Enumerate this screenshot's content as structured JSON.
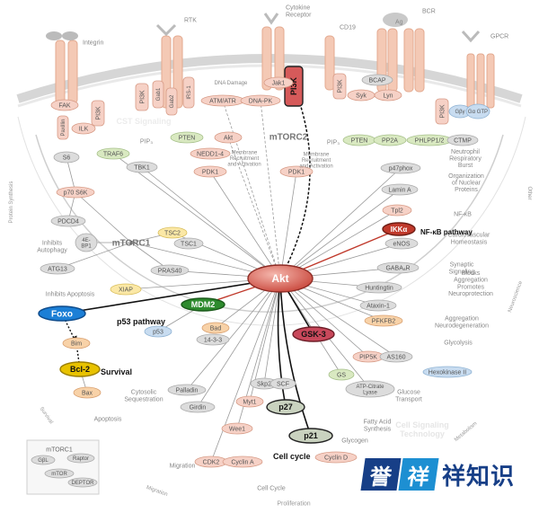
{
  "receptors": [
    {
      "id": "integrin",
      "label": "Integrin"
    },
    {
      "id": "rtk",
      "label": "RTK"
    },
    {
      "id": "cytokine",
      "label": "Cytokine\nReceptor"
    },
    {
      "id": "cd19",
      "label": "CD19"
    },
    {
      "id": "bcr",
      "label": "BCR"
    },
    {
      "id": "ag",
      "label": "Ag"
    },
    {
      "id": "gpcr",
      "label": "GPCR"
    }
  ],
  "nodes": {
    "akt": "Akt",
    "pi3k_top": "PI3K",
    "pi3k_rtk": "PI3K",
    "pi3k_integ": "PI3K",
    "pi3k_cd19": "PI3K",
    "pi3k_gpcr": "PI3K",
    "fak": "FAK",
    "paxillin": "Paxillin",
    "ilk": "ILK",
    "gab1": "Gab1",
    "gab2": "Gab2",
    "irs1": "IRS-1",
    "jak1": "Jak1",
    "bcap": "BCAP",
    "syk": "Syk",
    "lyn": "Lyn",
    "gb": "Gβγ",
    "ga": "Gα GTP",
    "dna_damage": "DNA Damage",
    "atm": "ATM/ATR",
    "dnapk": "DNA-PK",
    "mtorc2": "mTORC2",
    "pip3_a": "PIP₃",
    "pip3_b": "PIP₃",
    "pten_a": "PTEN",
    "pten_b": "PTEN",
    "pp2a": "PP2A",
    "phlpp": "PHLPP1/2",
    "ctmp": "CTMP",
    "akt_small": "Akt",
    "nedd": "NEDD1-4",
    "pdk1_a": "PDK1",
    "pdk1_b": "PDK1",
    "mrec_a": "Membrane\nRecruitment\nand Activation",
    "mrec_b": "Membrane\nRecruitment\nand Activation",
    "traf6": "TRAF6",
    "tbk1": "TBK1",
    "s6": "S6",
    "p70": "p70 S6K",
    "pdcd4": "PDCD4",
    "ebp1": "4E-\nBP1",
    "atg13": "ATG13",
    "mtorc1": "mTORC1",
    "tsc2": "TSC2",
    "tsc1": "TSC1",
    "pras40": "PRAS40",
    "xiap": "XIAP",
    "prot_syn": "Protein Synthesis",
    "inhib_auto": "Inhibits\nAutophagy",
    "inhib_apop": "Inhibits Apoptosis",
    "foxo": "Foxo",
    "bim": "Bim",
    "bcl2": "Bcl-2",
    "survival_lbl": "Survival",
    "bax": "Bax",
    "apoptosis": "Apoptosis",
    "survival_arc": "Survival",
    "mdm2": "MDM2",
    "p53": "p53",
    "p53path": "p53 pathway",
    "bad": "Bad",
    "p1433": "14-3-3",
    "palladin": "Palladin",
    "girdin": "Girdin",
    "cyto_seq": "Cytosolic\nSequestration",
    "migration": "Migration",
    "migration_arc": "Migration",
    "skp2": "Skp2",
    "scf": "SCF",
    "myt1": "Myt1",
    "wee1": "Wee1",
    "p27": "p27",
    "p21": "p21",
    "cdk2": "CDK2",
    "cyclina": "Cyclin A",
    "cyclind": "Cyclin D",
    "cellcycle_bold": "Cell cycle",
    "cellcycle": "Cell Cycle",
    "proliferation": "Proliferation",
    "gsk3": "GSK-3",
    "gs": "GS",
    "glycogen": "Glycogen",
    "pip5k": "PIP5K",
    "as160": "AS160",
    "hk2": "Hexokinase II",
    "glucose_t": "Glucose\nTransport",
    "acl": "ATP-Citrate\nLyase",
    "fas": "Fatty Acid\nSynthesis",
    "metabolism": "Metabolism",
    "pfkfb2": "PFKFB2",
    "glycolysis": "Glycolysis",
    "ataxin": "Ataxin-1",
    "agg": "Aggregation\nNeurodegeneration",
    "huntingtin": "Huntingtin",
    "blocks": "Blocks\nAggregation\nPromotes\nNeuroprotection",
    "neuro_arc": "Neuroscience",
    "gabaar": "GABAₐR",
    "syn_sig": "Synaptic\nSignaling",
    "enos": "eNOS",
    "cardio": "Cardiovascular\nHomeostasis",
    "ikka": "IKKα",
    "nfkb_path": "NF-κB pathway",
    "nfkb": "NF-κB",
    "tpl2": "Tpl2",
    "lamin": "Lamin A",
    "org": "Organization\nof Nuclear\nProteins",
    "p47": "p47phox",
    "neut": "Neutrophil\nRespiratory\nBurst",
    "other": "Other",
    "legend_title": "mTORC1",
    "legend_gbl": "GβL",
    "legend_raptor": "Raptor",
    "legend_mtor": "mTOR",
    "legend_deptor": "DEPTOR",
    "watermark_a": "CST Signaling",
    "watermark_b": "Cell Signaling\nTechnology"
  },
  "watermark": {
    "char1": "誉",
    "char2": "祥",
    "text": "祥知识"
  },
  "colors": {
    "akt": "#d9534f",
    "pink": "#f6d1c6",
    "green": "#d9e9c1",
    "yellow": "#fbe8a6",
    "blue": "#c8dcf0",
    "gray": "#dcdcdc",
    "orange": "#f8d2a8",
    "foxo": "#1c7fd6",
    "bcl2": "#e8c200",
    "mdm2": "#2e8b2e",
    "gsk3": "#c8485b",
    "ikka": "#c0392b",
    "receptor": "#f4c9b5"
  }
}
